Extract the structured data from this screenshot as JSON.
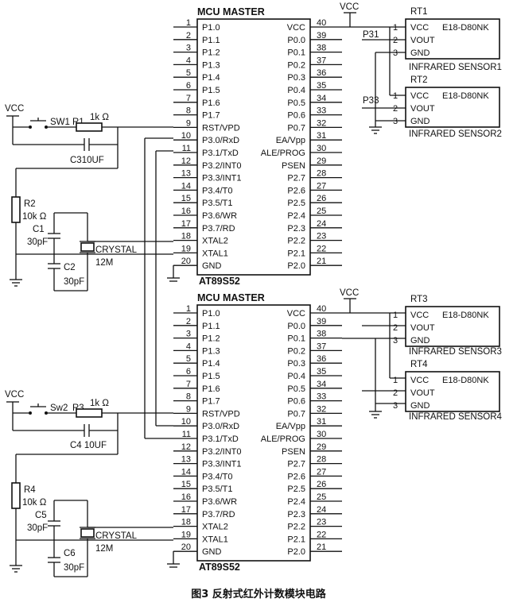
{
  "mcu_top": {
    "title": "MCU MASTER",
    "model": "AT89S52",
    "left_pins": [
      {
        "num": "1",
        "name": "P1.0"
      },
      {
        "num": "2",
        "name": "P1.1"
      },
      {
        "num": "3",
        "name": "P1.2"
      },
      {
        "num": "4",
        "name": "P1.3"
      },
      {
        "num": "5",
        "name": "P1.4"
      },
      {
        "num": "6",
        "name": "P1.5"
      },
      {
        "num": "7",
        "name": "P1.6"
      },
      {
        "num": "8",
        "name": "P1.7"
      },
      {
        "num": "9",
        "name": "RST/VPD"
      },
      {
        "num": "10",
        "name": "P3.0/RxD"
      },
      {
        "num": "11",
        "name": "P3.1/TxD"
      },
      {
        "num": "12",
        "name": "P3.2/INT0"
      },
      {
        "num": "13",
        "name": "P3.3/INT1"
      },
      {
        "num": "14",
        "name": "P3.4/T0"
      },
      {
        "num": "15",
        "name": "P3.5/T1"
      },
      {
        "num": "16",
        "name": "P3.6/WR"
      },
      {
        "num": "17",
        "name": "P3.7/RD"
      },
      {
        "num": "18",
        "name": "XTAL2"
      },
      {
        "num": "19",
        "name": "XTAL1"
      },
      {
        "num": "20",
        "name": "GND"
      }
    ],
    "right_pins": [
      {
        "num": "40",
        "name": "VCC"
      },
      {
        "num": "39",
        "name": "P0.0"
      },
      {
        "num": "38",
        "name": "P0.1"
      },
      {
        "num": "37",
        "name": "P0.2"
      },
      {
        "num": "36",
        "name": "P0.3"
      },
      {
        "num": "35",
        "name": "P0.4"
      },
      {
        "num": "34",
        "name": "P0.5"
      },
      {
        "num": "33",
        "name": "P0.6"
      },
      {
        "num": "32",
        "name": "P0.7"
      },
      {
        "num": "31",
        "name": "EA/Vpp"
      },
      {
        "num": "30",
        "name": "ALE/PROG"
      },
      {
        "num": "29",
        "name": "PSEN"
      },
      {
        "num": "28",
        "name": "P2.7"
      },
      {
        "num": "27",
        "name": "P2.6"
      },
      {
        "num": "26",
        "name": "P2.5"
      },
      {
        "num": "25",
        "name": "P2.4"
      },
      {
        "num": "24",
        "name": "P2.3"
      },
      {
        "num": "23",
        "name": "P2.2"
      },
      {
        "num": "22",
        "name": "P2.1"
      },
      {
        "num": "21",
        "name": "P2.0"
      }
    ]
  },
  "mcu_bottom": {
    "title": "MCU MASTER",
    "model": "AT89S52",
    "left_pins": [
      {
        "num": "1",
        "name": "P1.0"
      },
      {
        "num": "2",
        "name": "P1.1"
      },
      {
        "num": "3",
        "name": "P1.2"
      },
      {
        "num": "4",
        "name": "P1.3"
      },
      {
        "num": "5",
        "name": "P1.4"
      },
      {
        "num": "6",
        "name": "P1.5"
      },
      {
        "num": "7",
        "name": "P1.6"
      },
      {
        "num": "8",
        "name": "P1.7"
      },
      {
        "num": "9",
        "name": "RST/VPD"
      },
      {
        "num": "10",
        "name": "P3.0/RxD"
      },
      {
        "num": "11",
        "name": "P3.1/TxD"
      },
      {
        "num": "12",
        "name": "P3.2/INT0"
      },
      {
        "num": "13",
        "name": "P3.3/INT1"
      },
      {
        "num": "14",
        "name": "P3.4/T0"
      },
      {
        "num": "15",
        "name": "P3.5/T1"
      },
      {
        "num": "16",
        "name": "P3.6/WR"
      },
      {
        "num": "17",
        "name": "P3.7/RD"
      },
      {
        "num": "18",
        "name": "XTAL2"
      },
      {
        "num": "19",
        "name": "XTAL1"
      },
      {
        "num": "20",
        "name": "GND"
      }
    ],
    "right_pins": [
      {
        "num": "40",
        "name": "VCC"
      },
      {
        "num": "39",
        "name": "P0.0"
      },
      {
        "num": "38",
        "name": "P0.1"
      },
      {
        "num": "37",
        "name": "P0.2"
      },
      {
        "num": "36",
        "name": "P0.3"
      },
      {
        "num": "35",
        "name": "P0.4"
      },
      {
        "num": "34",
        "name": "P0.5"
      },
      {
        "num": "33",
        "name": "P0.6"
      },
      {
        "num": "32",
        "name": "P0.7"
      },
      {
        "num": "31",
        "name": "EA/Vpp"
      },
      {
        "num": "30",
        "name": "ALE/PROG"
      },
      {
        "num": "29",
        "name": "PSEN"
      },
      {
        "num": "28",
        "name": "P2.7"
      },
      {
        "num": "27",
        "name": "P2.6"
      },
      {
        "num": "26",
        "name": "P2.5"
      },
      {
        "num": "25",
        "name": "P2.4"
      },
      {
        "num": "24",
        "name": "P2.3"
      },
      {
        "num": "23",
        "name": "P2.2"
      },
      {
        "num": "22",
        "name": "P2.1"
      },
      {
        "num": "21",
        "name": "P2.0"
      }
    ]
  },
  "sensors": [
    {
      "ref": "RT1",
      "model": "E18-D80NK",
      "name": "INFRARED SENSOR1",
      "pins": [
        {
          "num": "1",
          "name": "VCC"
        },
        {
          "num": "2",
          "name": "VOUT"
        },
        {
          "num": "3",
          "name": "GND"
        }
      ]
    },
    {
      "ref": "RT2",
      "model": "E18-D80NK",
      "name": "INFRARED SENSOR2",
      "pins": [
        {
          "num": "1",
          "name": "VCC"
        },
        {
          "num": "2",
          "name": "VOUT"
        },
        {
          "num": "3",
          "name": "GND"
        }
      ]
    },
    {
      "ref": "RT3",
      "model": "E18-D80NK",
      "name": "INFRARED SENSOR3",
      "pins": [
        {
          "num": "1",
          "name": "VCC"
        },
        {
          "num": "2",
          "name": "VOUT"
        },
        {
          "num": "3",
          "name": "GND"
        }
      ]
    },
    {
      "ref": "RT4",
      "model": "E18-D80NK",
      "name": "INFRARED SENSOR4",
      "pins": [
        {
          "num": "1",
          "name": "VCC"
        },
        {
          "num": "2",
          "name": "VOUT"
        },
        {
          "num": "3",
          "name": "GND"
        }
      ]
    }
  ],
  "nets": {
    "vcc": "VCC",
    "p31": "P31",
    "p33": "P33"
  },
  "top_components": {
    "switch": "SW1",
    "resistor": "R1",
    "resistor_value": "1k Ω",
    "cap": "C310UF",
    "r_pull": "R2",
    "r_pull_value": "10k Ω",
    "c1": "C1",
    "c1_value": "30pF",
    "c2": "C2",
    "c2_value": "30pF",
    "crystal": "CRYSTAL",
    "crystal_value": "12M"
  },
  "bottom_components": {
    "switch": "Sw2",
    "resistor": "R3",
    "resistor_value": "1k Ω",
    "cap": "C4 10UF",
    "r_pull": "R4",
    "r_pull_value": "10k Ω",
    "c1": "C5",
    "c1_value": "30pF",
    "c2": "C6",
    "c2_value": "30pF",
    "crystal": "CRYSTAL",
    "crystal_value": "12M"
  },
  "caption": "图3   反射式红外计数模块电路"
}
